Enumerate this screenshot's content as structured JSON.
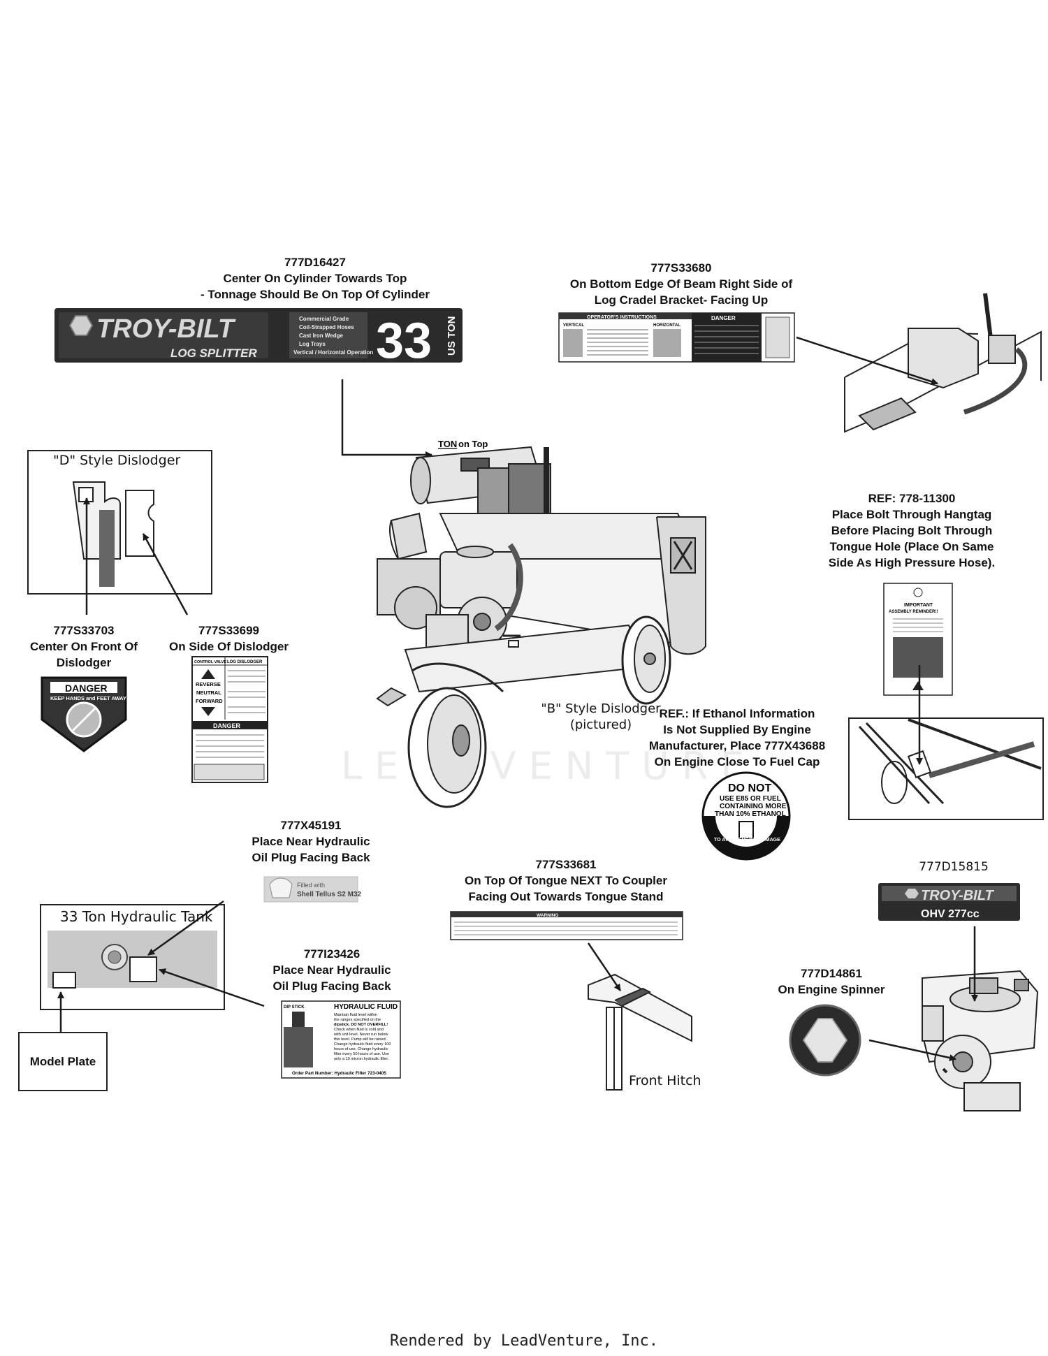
{
  "decals": {
    "log_splitter": {
      "part": "777D16427",
      "lines": [
        "Center On Cylinder Towards Top",
        "- Tonnage Should Be On Top Of Cylinder"
      ]
    },
    "beam": {
      "part": "777S33680",
      "lines": [
        "On Bottom Edge Of Beam Right Side of",
        "Log Cradel Bracket- Facing Up"
      ]
    },
    "hangtag": {
      "part": "REF: 778-11300",
      "lines": [
        "Place Bolt Through Hangtag",
        "Before Placing Bolt Through",
        "Tongue Hole (Place On Same",
        "Side As High Pressure Hose)."
      ]
    },
    "dislodger_front": {
      "part": "777S33703",
      "lines": [
        "Center On Front Of",
        "Dislodger"
      ]
    },
    "dislodger_side": {
      "part": "777S33699",
      "lines": [
        "On Side Of Dislodger"
      ]
    },
    "ethanol": {
      "lines": [
        "REF.: If Ethanol Information",
        "Is Not Supplied By Engine",
        "Manufacturer, Place 777X43688",
        "On Engine Close To Fuel Cap"
      ]
    },
    "oil_plug_1": {
      "part": "777X45191",
      "lines": [
        "Place Near Hydraulic",
        "Oil Plug Facing Back"
      ]
    },
    "tongue": {
      "part": "777S33681",
      "lines": [
        "On Top Of Tongue NEXT To Coupler",
        "Facing Out Towards Tongue Stand"
      ]
    },
    "engine_decal": {
      "part": "777D15815"
    },
    "oil_plug_2": {
      "part": "777I23426",
      "lines": [
        "Place Near Hydraulic",
        "Oil Plug Facing Back"
      ]
    },
    "spinner": {
      "part": "777D14861",
      "lines": [
        "On Engine Spinner"
      ]
    }
  },
  "labels": {
    "d_style": "\"D\" Style Dislodger",
    "b_style": [
      "\"B\" Style Dislodger",
      "(pictured)"
    ],
    "ton_on_top_ton": "TON",
    "ton_on_top_rest": " on Top",
    "tank": "33 Ton Hydraulic Tank",
    "model_plate": "Model Plate",
    "front_hitch": "Front Hitch"
  },
  "decal_art": {
    "brand": "TROY-BILT",
    "product": "LOG SPLITTER",
    "features": [
      "Commercial Grade",
      "Coil-Strapped Hoses",
      "Cast Iron Wedge",
      "Log Trays",
      "Vertical / Horizontal Operation"
    ],
    "tonnage": "33",
    "tonnage_unit": "US TON",
    "danger": "DANGER",
    "keep_hands": "KEEP HANDS and FEET AWAY",
    "operators_instructions": "OPERATOR'S INSTRUCTIONS",
    "vertical": "VERTICAL",
    "horizontal": "HORIZONTAL",
    "control_valve": "CONTROL VALVE",
    "log_dislodger": "LOG DISLODGER",
    "reverse": "REVERSE",
    "neutral": "NEUTRAL",
    "forward": "FORWARD",
    "important": "IMPORTANT",
    "assembly_reminder": "ASSEMBLY REMINDER!!",
    "do_not": "DO NOT",
    "ethanol_lines": [
      "USE E85 OR FUEL",
      "CONTAINING MORE",
      "THAN 10% ETHANOL"
    ],
    "avoid_damage": "TO AVOID ENGINE DAMAGE",
    "filled_with": "Filled with",
    "oil_name": "Shell Tellus S2 M32",
    "warning": "WARNING",
    "hydraulic_fluid": "HYDRAULIC FLUID",
    "dip_stick": "DIP STICK",
    "hydraulic_fluid_text": [
      "Maintain fluid level within",
      "the ranges specified on the",
      "dipstick. DO NOT OVERFILL!",
      "Check when fluid is cold and",
      "with unit level. Never run below",
      "this level. Pump will be ruined.",
      "Change hydraulic fluid every 100",
      "hours of use. Change hydraulic",
      "filter every 50 hours of use. Use",
      "only a 10 micron hydraulic filter."
    ],
    "filter_part": "Order Part Number: Hydraulic Filter 723-0405",
    "engine": "OHV 277cc"
  },
  "watermark": "LEADVENTURE",
  "footer": "Rendered by LeadVenture, Inc.",
  "colors": {
    "decal_dark": "#2b2b2b",
    "decal_band": "#555555",
    "tank_fill": "#c9c9c9",
    "line": "#1a1a1a"
  }
}
